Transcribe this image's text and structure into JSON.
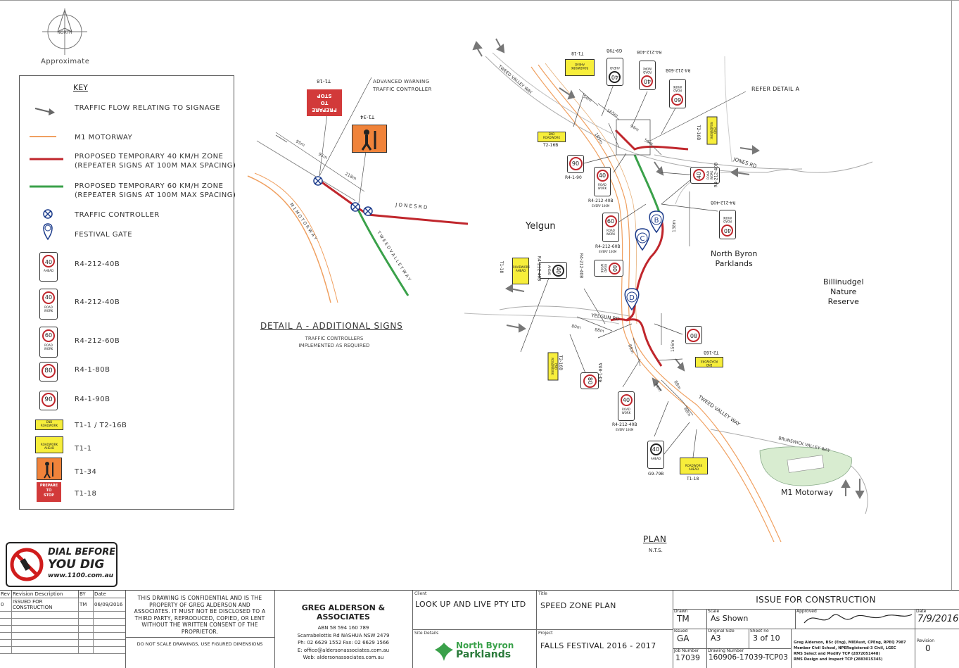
{
  "north": {
    "label": "NORTH",
    "approx": "Approximate"
  },
  "key": {
    "title": "KEY",
    "items": [
      {
        "label": "TRAFFIC FLOW RELATING TO SIGNAGE"
      },
      {
        "label": "M1 MOTORWAY"
      },
      {
        "label": "PROPOSED TEMPORARY 40 KM/H ZONE",
        "label2": "(REPEATER SIGNS AT 100M MAX SPACING)"
      },
      {
        "label": "PROPOSED TEMPORARY 60 KM/H ZONE",
        "label2": "(REPEATER SIGNS AT 100M MAX SPACING)"
      },
      {
        "label": "TRAFFIC CONTROLLER"
      },
      {
        "label": "FESTIVAL GATE"
      },
      {
        "label": "R4-212-40B"
      },
      {
        "label": "R4-212-40B"
      },
      {
        "label": "R4-212-60B"
      },
      {
        "label": "R4-1-80B"
      },
      {
        "label": "R4-1-90B"
      },
      {
        "label": "T1-1 / T2-16B"
      },
      {
        "label": "T1-1"
      },
      {
        "label": "T1-34"
      },
      {
        "label": "T1-18"
      }
    ]
  },
  "signs": {
    "ahead": "AHEAD",
    "road": "ROAD",
    "work": "WORK",
    "end": "END",
    "roadwork": "ROADWORK",
    "prepare": "PREPARE",
    "to": "TO",
    "stop": "STOP",
    "n40": "40",
    "n60": "60",
    "n80": "80",
    "n90": "90"
  },
  "detail": {
    "title": "DETAIL A - ADDITIONAL SIGNS",
    "sub1": "TRAFFIC CONTROLLERS",
    "sub2": "IMPLEMENTED AS REQUIRED",
    "advanced1": "ADVANCED WARNING",
    "advanced2": "TRAFFIC CONTROLLER",
    "t118": "T1-18",
    "t134": "T1-34",
    "jones": "J O N E S   R D",
    "m1": "M 1   M O T O R W A Y",
    "tweed": "T W E E D   V A L L E Y   W A Y",
    "d95a": "95m",
    "d95b": "95m",
    "d218": "218m"
  },
  "plan": {
    "yelgun": "Yelgun",
    "nbp1": "North Byron",
    "nbp2": "Parklands",
    "bill1": "Billinudgel",
    "bill2": "Nature",
    "bill3": "Reserve",
    "m1": "M1 Motorway",
    "refer": "REFER DETAIL A",
    "tweed_top": "TWEED VALLEY WAY",
    "tweed_bot": "TWEED VALLEY WAY",
    "jones": "JONES RD",
    "yelgun_rd": "YELGUN RD",
    "brunswick": "BRUNSWICK VALLEY WAY",
    "title": "PLAN",
    "nts": "N.T.S.",
    "gates": [
      "B",
      "C",
      "D"
    ],
    "codes": {
      "t118a": "T1-18",
      "g979b_top": "G9-79B",
      "r4_212_40b_top": "R4-212-40B",
      "r4_212_60b_top": "R4-212-60B",
      "t216b": "T2-16B",
      "r4_190": "R4-1-90",
      "r4_40b_every": "R4-212-40B",
      "every100": "EVERY 100M",
      "r4_40b_r": "R4-212-40B",
      "r4_40b_r2": "R4-212-40B",
      "r4_60b_every": "R4-212-60B",
      "every100b": "EVERY 100M",
      "r4_40b_l": "R4-212-40B",
      "r4_40b_l2": "R4-212-40B",
      "t118_l": "T1-18",
      "t216b_r": "T2-16B",
      "t216b_rot": "T2-16B",
      "r4_180a": "R4-1-80A",
      "r4_40b_bot": "R4-212-40B",
      "every100c": "EVERY 100M",
      "g979b_bot": "G9-79B",
      "t118_bot": "T1-18",
      "t216b_b": "T2-16B"
    },
    "dims": [
      "54m",
      "165m",
      "185m",
      "94m",
      "56m",
      "138m",
      "80m",
      "88m",
      "88m",
      "84m",
      "156m",
      "88m",
      "94m",
      "88m"
    ]
  },
  "dbyd": {
    "line1": "DIAL BEFORE",
    "line2": "YOU DIG",
    "url": "www.1100.com.au"
  },
  "titleblock": {
    "rev_h": "Rev",
    "desc_h": "Revision Description",
    "by_h": "BY",
    "date_h": "Date",
    "rev": "0",
    "desc": "ISSUED FOR CONSTRUCTION",
    "by": "TM",
    "date": "06/09/2016",
    "confidential": "THIS DRAWING IS CONFIDENTIAL AND IS THE PROPERTY OF GREG ALDERSON AND ASSOCIATES. IT MUST NOT BE DISCLOSED TO A THIRD PARTY, REPRODUCED, COPIED, OR LENT WITHOUT THE WRITTEN CONSENT OF THE PROPRIETOR.",
    "noscale": "DO NOT SCALE DRAWINGS, USE FIGURED DIMENSIONS",
    "company": "GREG ALDERSON & ASSOCIATES",
    "abn": "ABN 58 594 160 789",
    "addr": "Scarrabelottis Rd NASHUA NSW 2479",
    "ph": "Ph: 02 6629 1552  Fax: 02 6629 1566",
    "email": "E: office@aldersonassociates.com.au",
    "web": "Web: aldersonassociates.com.au",
    "client_h": "Client",
    "client": "LOOK UP AND LIVE PTY LTD",
    "site_h": "Site Details",
    "site1": "North Byron",
    "site2": "Parklands",
    "title_h": "Title",
    "title": "SPEED ZONE PLAN",
    "project_h": "Project",
    "project": "FALLS FESTIVAL 2016 - 2017",
    "issue": "ISSUE FOR CONSTRUCTION",
    "drawn_h": "Drawn",
    "drawn": "TM",
    "scale_h": "Scale",
    "scale": "As Shown",
    "approved_h": "Approved",
    "issued_h": "Issued",
    "issued": "GA",
    "size_h": "Original Size",
    "size": "A3",
    "sheet_h": "Sheet no",
    "sheet": "3 of 10",
    "job_h": "Job Number",
    "job": "17039",
    "dwg_h": "Drawing Number",
    "dwg": "160906-17039-TCP03",
    "cred1": "Greg Alderson, BSc (Eng), MIEAust, CPEng, RPEQ 7987",
    "cred2": "Member Civil School, NPERegistered-3 Civil, LGEC",
    "cred3": "RMS Select and Modify TCP (2872051448)",
    "cred4": "RMS Design and Inspect TCP (2883015345)",
    "sigdate": "7/9/2016",
    "revision_h": "Revision",
    "revision": "0"
  }
}
